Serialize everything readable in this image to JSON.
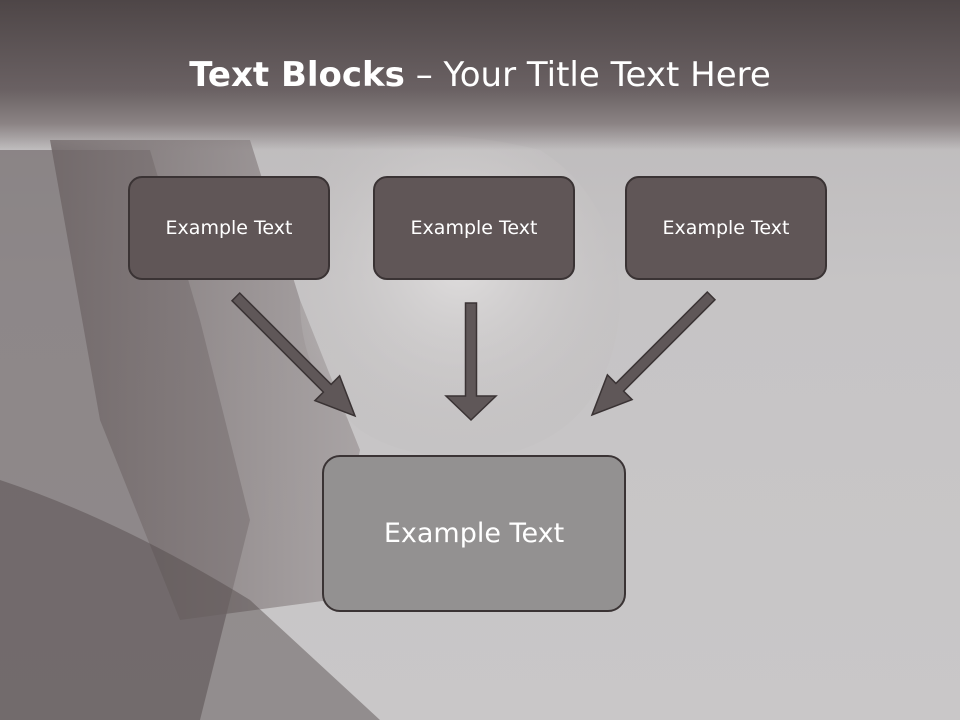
{
  "slide": {
    "title_bold": "Text Blocks",
    "title_rest": " – Your Title Text Here"
  },
  "blocks": {
    "top": [
      "Example Text",
      "Example Text",
      "Example Text"
    ],
    "bottom": "Example Text"
  },
  "colors": {
    "title_bar": "#5a5253",
    "box_fill": "#605657",
    "main_box_fill": "#939191",
    "arrow": "#5f5758",
    "border": "#3a3334"
  }
}
